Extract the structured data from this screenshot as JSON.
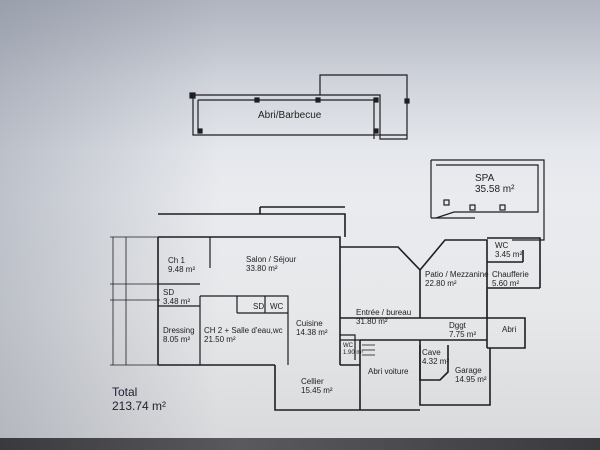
{
  "rooms": {
    "abri_barbecue": {
      "name": "Abri/Barbecue",
      "area": ""
    },
    "spa": {
      "name": "SPA",
      "area": "35.58 m²"
    },
    "ch1": {
      "name": "Ch 1",
      "area": "9.48 m²"
    },
    "salon": {
      "name": "Salon / Séjour",
      "area": "33.80 m²"
    },
    "wc_top": {
      "name": "WC",
      "area": "3.45 m²"
    },
    "patio": {
      "name": "Patio / Mezzanine",
      "area": "22.80 m²"
    },
    "chaufferie": {
      "name": "Chaufferie",
      "area": "5.60 m²"
    },
    "sd1": {
      "name": "SD",
      "area": "3.48 m²"
    },
    "sd2": {
      "name": "SD"
    },
    "wc_mid": {
      "name": "WC"
    },
    "dressing": {
      "name": "Dressing",
      "area": "8.05 m²"
    },
    "ch2": {
      "name": "CH 2 + Salle d'eau,wc",
      "area": "21.50 m²"
    },
    "cuisine": {
      "name": "Cuisine",
      "area": "14.38 m²"
    },
    "entree": {
      "name": "Entrée / bureau",
      "area": "31.80 m²"
    },
    "dggt": {
      "name": "Dggt",
      "area": "7.75 m²"
    },
    "abri": {
      "name": "Abri"
    },
    "wc_small": {
      "name": "WC",
      "area": "1.90 m²"
    },
    "cave": {
      "name": "Cave",
      "area": "4.32 m²"
    },
    "abri_voiture": {
      "name": "Abri voiture"
    },
    "garage": {
      "name": "Garage",
      "area": "14.95 m²"
    },
    "cellier": {
      "name": "Cellier",
      "area": "15.45 m²"
    }
  },
  "total": {
    "label": "Total",
    "value": "213.74 m²"
  },
  "colors": {
    "ink": "#1e1e22",
    "paper": "#e6e8ec",
    "background": "#2a2a2e"
  }
}
